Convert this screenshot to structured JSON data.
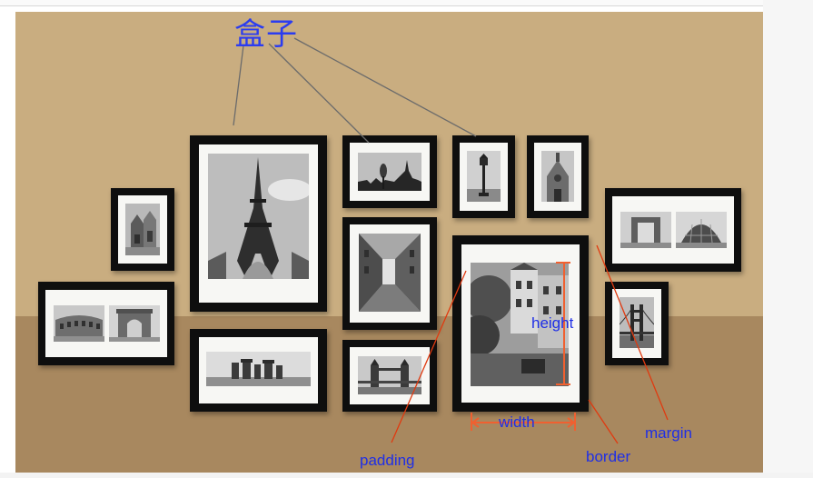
{
  "title": "盒子",
  "labels": {
    "height": "height",
    "width": "width",
    "padding": "padding",
    "border": "border",
    "margin": "margin"
  },
  "colors": {
    "wall": "#c9ad80",
    "floor": "#a8885f",
    "frame": "#0e0e0e",
    "mat": "#f7f7f4",
    "label_blue": "#1f2fe6",
    "pointer_gray": "#6b6b6b",
    "pointer_red": "#e03a10",
    "measure_orange": "#f06030"
  },
  "pictures": [
    {
      "name": "church-photo",
      "subject": "church"
    },
    {
      "name": "colosseum-arch-photos",
      "subject": "colosseum and arc de triomphe"
    },
    {
      "name": "eiffel-tower-photo",
      "subject": "eiffel tower"
    },
    {
      "name": "stonehenge-photo",
      "subject": "stonehenge"
    },
    {
      "name": "big-ben-photo",
      "subject": "big ben skyline"
    },
    {
      "name": "alley-photo",
      "subject": "cobblestone alley"
    },
    {
      "name": "tower-bridge-photo",
      "subject": "tower bridge"
    },
    {
      "name": "street-lamp-photo",
      "subject": "street lamp"
    },
    {
      "name": "cathedral-photo",
      "subject": "cathedral"
    },
    {
      "name": "old-town-photo",
      "subject": "old town street"
    },
    {
      "name": "arch-dome-photos",
      "subject": "grande arche and dome"
    },
    {
      "name": "golden-gate-photo",
      "subject": "golden gate bridge"
    }
  ]
}
